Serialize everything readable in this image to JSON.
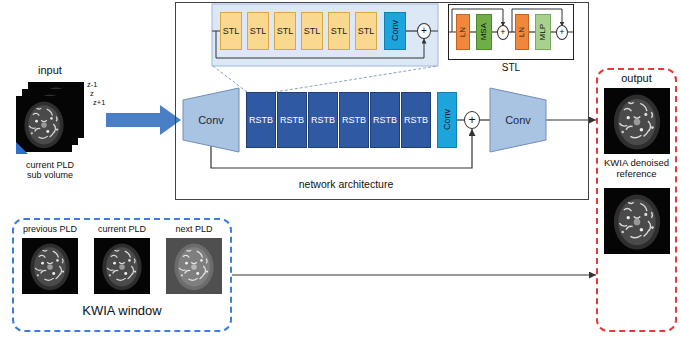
{
  "diagram": {
    "nodes": [
      {
        "text": [
          "network architecture"
        ]
      },
      {
        "text": [
          "STL"
        ],
        "in": 0
      },
      {
        "text": [
          "STL"
        ],
        "in": 0
      },
      {
        "text": [
          "STL"
        ],
        "in": 0
      },
      {
        "text": [
          "STL"
        ],
        "in": 0
      },
      {
        "text": [
          "STL"
        ],
        "in": 0
      },
      {
        "text": [
          "STL"
        ],
        "in": 0
      },
      {
        "text": [
          "Conv"
        ],
        "in": 0
      },
      {
        "text": [
          "+"
        ],
        "in": 0
      },
      {
        "text": [
          "STL"
        ],
        "in": 0
      },
      {
        "text": [
          "LN"
        ],
        "in": 9
      },
      {
        "text": [
          "MSA"
        ],
        "in": 9
      },
      {
        "text": [
          "+"
        ],
        "in": 9
      },
      {
        "text": [
          "LN"
        ],
        "in": 9
      },
      {
        "text": [
          "MLP"
        ],
        "in": 9
      },
      {
        "text": [
          "+"
        ],
        "in": 9
      },
      {
        "text": [
          "Conv"
        ],
        "in": 0
      },
      {
        "text": [
          "RSTB"
        ],
        "in": 0
      },
      {
        "text": [
          "RSTB"
        ],
        "in": 0
      },
      {
        "text": [
          "RSTB"
        ],
        "in": 0
      },
      {
        "text": [
          "RSTB"
        ],
        "in": 0
      },
      {
        "text": [
          "RSTB"
        ],
        "in": 0
      },
      {
        "text": [
          "RSTB"
        ],
        "in": 0
      },
      {
        "text": [
          "Conv"
        ],
        "in": 0
      },
      {
        "text": [
          "+"
        ],
        "in": 0
      },
      {
        "text": [
          "Conv"
        ],
        "in": 0
      },
      {
        "text": [
          "output",
          "KWIA denoised reference"
        ]
      },
      {
        "text": [
          "previous PLD",
          "current PLD",
          "next PLD",
          "KWIA window"
        ]
      }
    ],
    "edges": [
      {
        "from": 7,
        "to": 8,
        "arrow": "none"
      },
      {
        "from": 10,
        "to": 11,
        "arrow": "none"
      },
      {
        "from": 11,
        "to": 12,
        "arrow": "none"
      },
      {
        "from": 12,
        "to": 13,
        "arrow": "none"
      },
      {
        "from": 13,
        "to": 14,
        "arrow": "none"
      },
      {
        "from": 14,
        "to": 15,
        "arrow": "none"
      },
      {
        "from": 16,
        "to": 24,
        "arrow": "to"
      },
      {
        "from": 23,
        "to": 24,
        "arrow": "none"
      },
      {
        "from": 24,
        "to": 25,
        "arrow": "none"
      },
      {
        "from": 25,
        "to": 26,
        "arrow": "to"
      },
      {
        "from": 27,
        "to": 26,
        "arrow": "to"
      }
    ],
    "labels": [
      "input",
      "z-1",
      "z",
      "z+1",
      "current PLD sub volume"
    ]
  }
}
